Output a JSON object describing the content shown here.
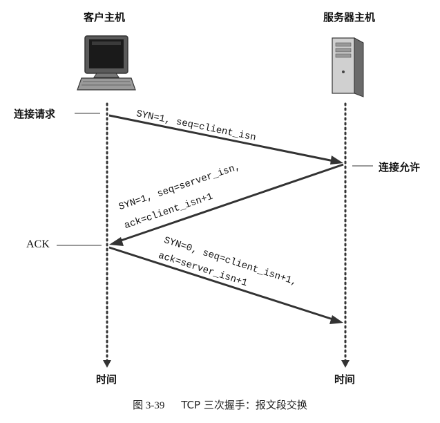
{
  "header": {
    "client": "客户主机",
    "server": "服务器主机"
  },
  "annotations": {
    "client_request": "连接请求",
    "server_grant": "连接允许",
    "client_ack": "ACK"
  },
  "messages": {
    "m1_line1": "SYN=1, seq=client_isn",
    "m2_line1": "SYN=1, seq=server_isn,",
    "m2_line2": "ack=client_isn+1",
    "m3_line1": "SYN=0, seq=client_isn+1,",
    "m3_line2": "ack=server_isn+1"
  },
  "timelines": {
    "client_time": "时间",
    "server_time": "时间"
  },
  "caption": {
    "figure_number": "图 3-39",
    "text": "TCP 三次握手：报文段交换"
  }
}
